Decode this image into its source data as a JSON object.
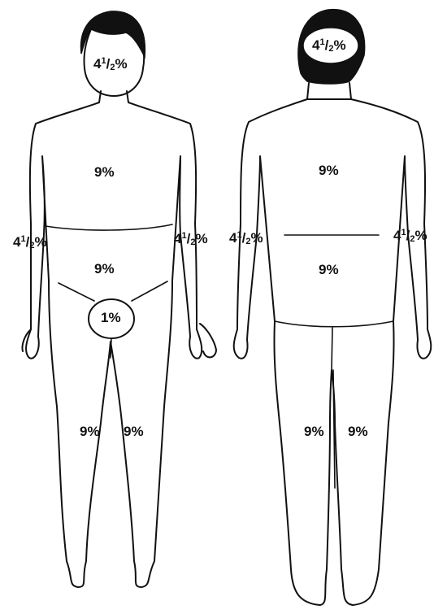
{
  "front": {
    "head": {
      "whole": "4",
      "num": "1",
      "den": "2",
      "suffix": "%"
    },
    "chest": "9%",
    "abdomen": "9%",
    "perineum": "1%",
    "arm_left": {
      "whole": "4",
      "num": "1",
      "den": "2",
      "suffix": "%"
    },
    "arm_right": {
      "whole": "4",
      "num": "1",
      "den": "2",
      "suffix": "%"
    },
    "leg_left": "9%",
    "leg_right": "9%"
  },
  "back": {
    "head": {
      "whole": "4",
      "num": "1",
      "den": "2",
      "suffix": "%"
    },
    "upper_back": "9%",
    "lower_back": "9%",
    "arm_left": {
      "whole": "4",
      "num": "1",
      "den": "2",
      "suffix": "%"
    },
    "arm_right": {
      "whole": "4",
      "num": "1",
      "den": "2",
      "suffix": "%"
    },
    "leg_left": "9%",
    "leg_right": "9%"
  },
  "colors": {
    "line": "#111111",
    "hair": "#111111",
    "background": "#ffffff"
  }
}
